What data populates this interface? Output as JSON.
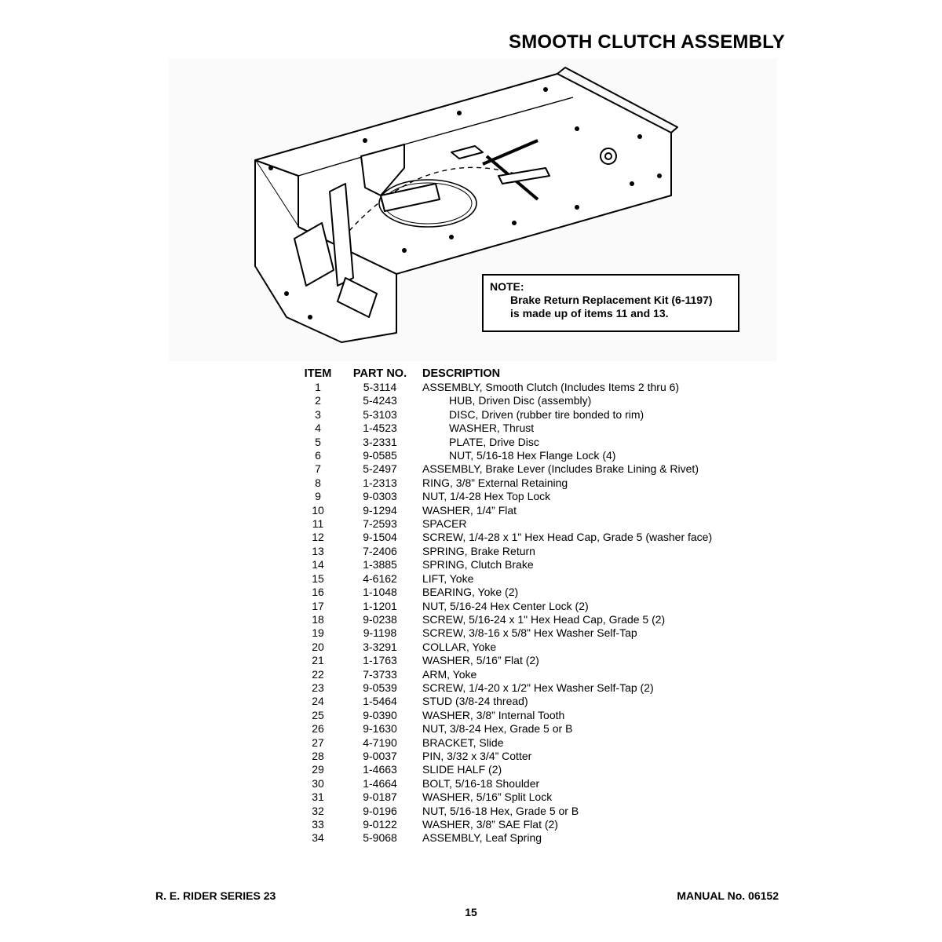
{
  "header": {
    "title": "SMOOTH CLUTCH ASSEMBLY"
  },
  "note": {
    "label": "NOTE:",
    "line1": "Brake Return Replacement Kit (6-1197)",
    "line2": "is made up of items 11 and 13."
  },
  "table": {
    "headers": {
      "item": "ITEM",
      "part": "PART NO.",
      "description": "DESCRIPTION"
    },
    "rows": [
      {
        "item": "1",
        "part": "5-3114",
        "desc": "ASSEMBLY, Smooth Clutch (Includes Items 2 thru 6)",
        "indent": false
      },
      {
        "item": "2",
        "part": "5-4243",
        "desc": "HUB, Driven Disc (assembly)",
        "indent": true
      },
      {
        "item": "3",
        "part": "5-3103",
        "desc": "DISC, Driven (rubber tire bonded to rim)",
        "indent": true
      },
      {
        "item": "4",
        "part": "1-4523",
        "desc": "WASHER, Thrust",
        "indent": true
      },
      {
        "item": "5",
        "part": "3-2331",
        "desc": "PLATE, Drive Disc",
        "indent": true
      },
      {
        "item": "6",
        "part": "9-0585",
        "desc": "NUT, 5/16-18 Hex Flange Lock (4)",
        "indent": true
      },
      {
        "item": "7",
        "part": "5-2497",
        "desc": "ASSEMBLY, Brake Lever (Includes Brake Lining & Rivet)",
        "indent": false
      },
      {
        "item": "8",
        "part": "1-2313",
        "desc": "RING, 3/8” External Retaining",
        "indent": false
      },
      {
        "item": "9",
        "part": "9-0303",
        "desc": "NUT, 1/4-28 Hex Top Lock",
        "indent": false
      },
      {
        "item": "10",
        "part": "9-1294",
        "desc": "WASHER, 1/4” Flat",
        "indent": false
      },
      {
        "item": "11",
        "part": "7-2593",
        "desc": "SPACER",
        "indent": false
      },
      {
        "item": "12",
        "part": "9-1504",
        "desc": "SCREW, 1/4-28 x 1\" Hex Head Cap, Grade 5 (washer face)",
        "indent": false
      },
      {
        "item": "13",
        "part": "7-2406",
        "desc": "SPRING, Brake Return",
        "indent": false
      },
      {
        "item": "14",
        "part": "1-3885",
        "desc": "SPRING, Clutch Brake",
        "indent": false
      },
      {
        "item": "15",
        "part": "4-6162",
        "desc": "LIFT, Yoke",
        "indent": false
      },
      {
        "item": "16",
        "part": "1-1048",
        "desc": "BEARING, Yoke (2)",
        "indent": false
      },
      {
        "item": "17",
        "part": "1-1201",
        "desc": "NUT, 5/16-24 Hex Center Lock (2)",
        "indent": false
      },
      {
        "item": "18",
        "part": "9-0238",
        "desc": "SCREW, 5/16-24 x 1\" Hex Head Cap, Grade 5 (2)",
        "indent": false
      },
      {
        "item": "19",
        "part": "9-1198",
        "desc": "SCREW, 3/8-16 x 5/8\" Hex Washer Self-Tap",
        "indent": false
      },
      {
        "item": "20",
        "part": "3-3291",
        "desc": "COLLAR, Yoke",
        "indent": false
      },
      {
        "item": "21",
        "part": "1-1763",
        "desc": "WASHER, 5/16” Flat (2)",
        "indent": false
      },
      {
        "item": "22",
        "part": "7-3733",
        "desc": "ARM, Yoke",
        "indent": false
      },
      {
        "item": "23",
        "part": "9-0539",
        "desc": "SCREW, 1/4-20 x 1/2\" Hex Washer Self-Tap (2)",
        "indent": false
      },
      {
        "item": "24",
        "part": "1-5464",
        "desc": "STUD (3/8-24 thread)",
        "indent": false
      },
      {
        "item": "25",
        "part": "9-0390",
        "desc": "WASHER, 3/8” Internal Tooth",
        "indent": false
      },
      {
        "item": "26",
        "part": "9-1630",
        "desc": "NUT, 3/8-24 Hex, Grade 5 or B",
        "indent": false
      },
      {
        "item": "27",
        "part": "4-7190",
        "desc": "BRACKET, Slide",
        "indent": false
      },
      {
        "item": "28",
        "part": "9-0037",
        "desc": "PIN, 3/32 x 3/4” Cotter",
        "indent": false
      },
      {
        "item": "29",
        "part": "1-4663",
        "desc": "SLIDE HALF (2)",
        "indent": false
      },
      {
        "item": "30",
        "part": "1-4664",
        "desc": "BOLT, 5/16-18 Shoulder",
        "indent": false
      },
      {
        "item": "31",
        "part": "9-0187",
        "desc": "WASHER, 5/16” Split Lock",
        "indent": false
      },
      {
        "item": "32",
        "part": "9-0196",
        "desc": "NUT, 5/16-18 Hex, Grade 5 or B",
        "indent": false
      },
      {
        "item": "33",
        "part": "9-0122",
        "desc": "WASHER, 3/8” SAE Flat (2)",
        "indent": false
      },
      {
        "item": "34",
        "part": "5-9068",
        "desc": "ASSEMBLY, Leaf Spring",
        "indent": false
      }
    ]
  },
  "footer": {
    "left": "R. E. RIDER SERIES 23",
    "right": "MANUAL No. 06152",
    "page": "15"
  }
}
